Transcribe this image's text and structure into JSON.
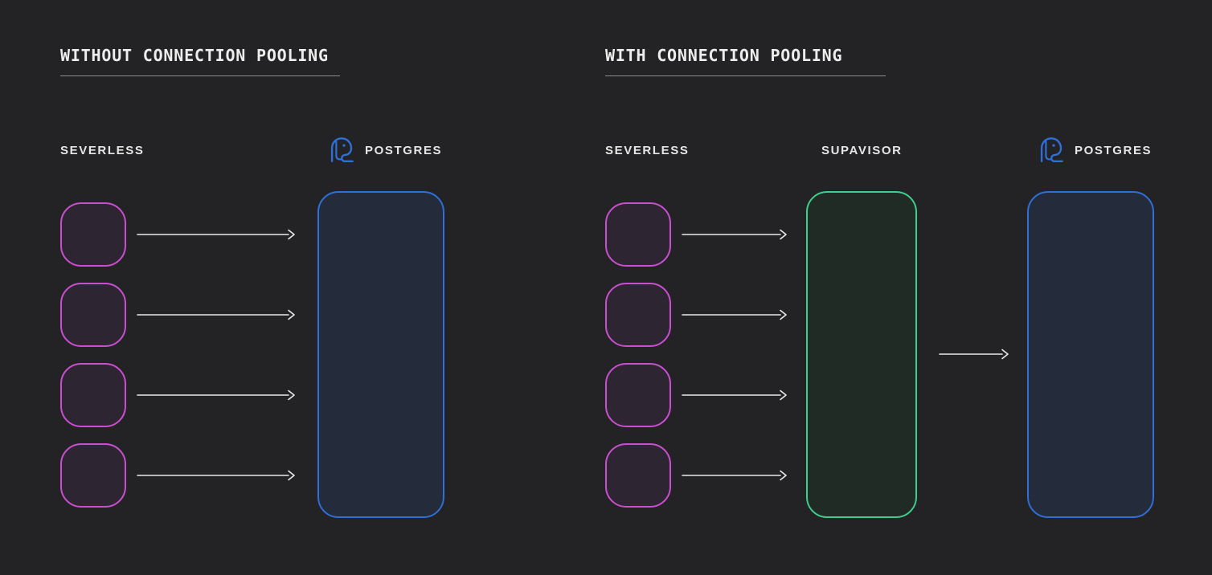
{
  "colors": {
    "background": "#232325",
    "title-text": "#ededed",
    "underline": "#8f8f8f",
    "label-text": "#e6e6e6",
    "arrow": "#eaeaea",
    "client-border": "#ca4fd0",
    "client-fill": "#2d2531",
    "postgres-border": "#2f6fd8",
    "postgres-fill": "#242b3a",
    "supavisor-border": "#3ecf8e",
    "supavisor-fill": "#1f2b24"
  },
  "diagram": {
    "left_panel": {
      "title": "WITHOUT CONNECTION POOLING",
      "client_label": "SEVERLESS",
      "db_label": "POSTGRES",
      "client_count": 4
    },
    "right_panel": {
      "title": "WITH CONNECTION POOLING",
      "client_label": "SEVERLESS",
      "pooler_label": "SUPAVISOR",
      "db_label": "POSTGRES",
      "client_count": 4
    },
    "icons": {
      "postgres": "postgres-elephant-icon"
    }
  }
}
